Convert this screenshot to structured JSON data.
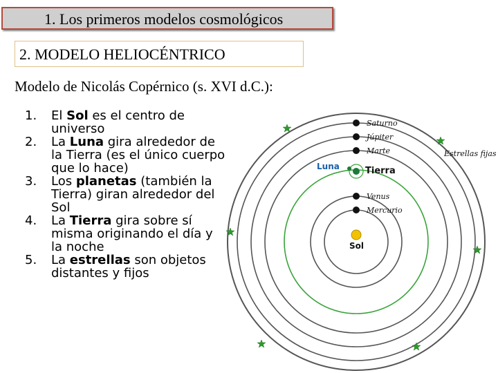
{
  "header": {
    "title": "1. Los primeros modelos cosmológicos"
  },
  "section": {
    "heading": "2. MODELO HELIOCÉNTRICO"
  },
  "subtitle": "Modelo de Nicolás Copérnico (s. XVI d.C.):",
  "points": [
    {
      "num": "1.",
      "pre": "El ",
      "bold": "Sol",
      "post": " es el centro de universo"
    },
    {
      "num": "2.",
      "pre": "La ",
      "bold": "Luna",
      "post": " gira alrededor de la Tierra (es el único cuerpo que lo hace)"
    },
    {
      "num": "3.",
      "pre": "Los ",
      "bold": "planetas",
      "post": " (también la Tierra) giran alrededor del Sol"
    },
    {
      "num": "4.",
      "pre": "La ",
      "bold": "Tierra",
      "post": " gira sobre sí misma originando el día y la noche"
    },
    {
      "num": "5.",
      "pre": "La ",
      "bold": "estrellas",
      "post": " son objetos distantes y fijos"
    }
  ],
  "diagram": {
    "labels": {
      "saturno": "Saturno",
      "jupiter": "Júpiter",
      "marte": "Marte",
      "luna": "Luna",
      "tierra": "Tierra",
      "venus": "Venus",
      "mercurio": "Mercurio",
      "sol": "Sol",
      "estrellas": "Estrellas fijas"
    },
    "colors": {
      "orbit": "#555555",
      "earth_orbit": "#3aa33a",
      "planet": "#111111",
      "earth": "#1e7a3a",
      "sun": "#f2c200",
      "star": "#2e9a2e"
    }
  }
}
